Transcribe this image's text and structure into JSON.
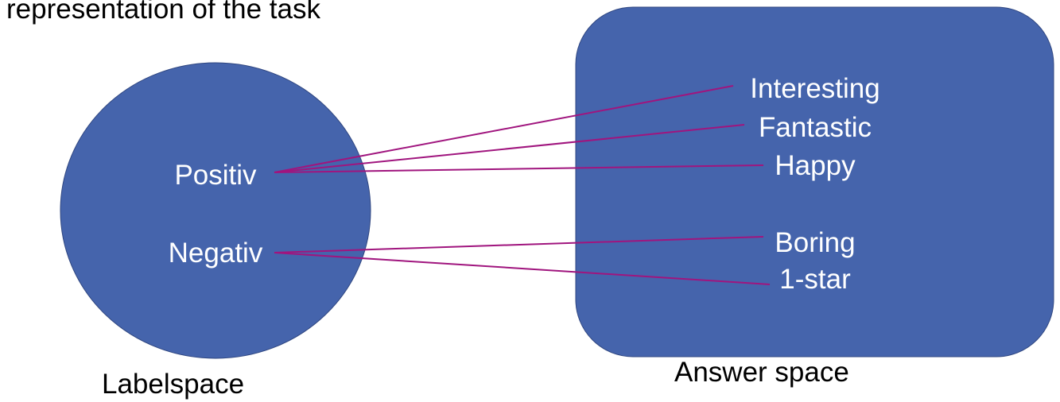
{
  "header": {
    "text": "representation of the task"
  },
  "colors": {
    "shape_fill": "#4564AC",
    "shape_stroke": "#2F4680",
    "connector": "#A0157E",
    "text_on_shape": "#FFFFFF",
    "text_dark": "#000000"
  },
  "label_space": {
    "caption": "Labelspace",
    "labels": [
      "Positiv",
      "Negativ"
    ]
  },
  "answer_space": {
    "caption": "Answer space",
    "words": [
      "Interesting",
      "Fantastic",
      "Happy",
      "Boring",
      "1-star"
    ]
  },
  "mappings": [
    {
      "from": "Positiv",
      "to": "Interesting"
    },
    {
      "from": "Positiv",
      "to": "Fantastic"
    },
    {
      "from": "Positiv",
      "to": "Happy"
    },
    {
      "from": "Negativ",
      "to": "Boring"
    },
    {
      "from": "Negativ",
      "to": "1-star"
    }
  ]
}
